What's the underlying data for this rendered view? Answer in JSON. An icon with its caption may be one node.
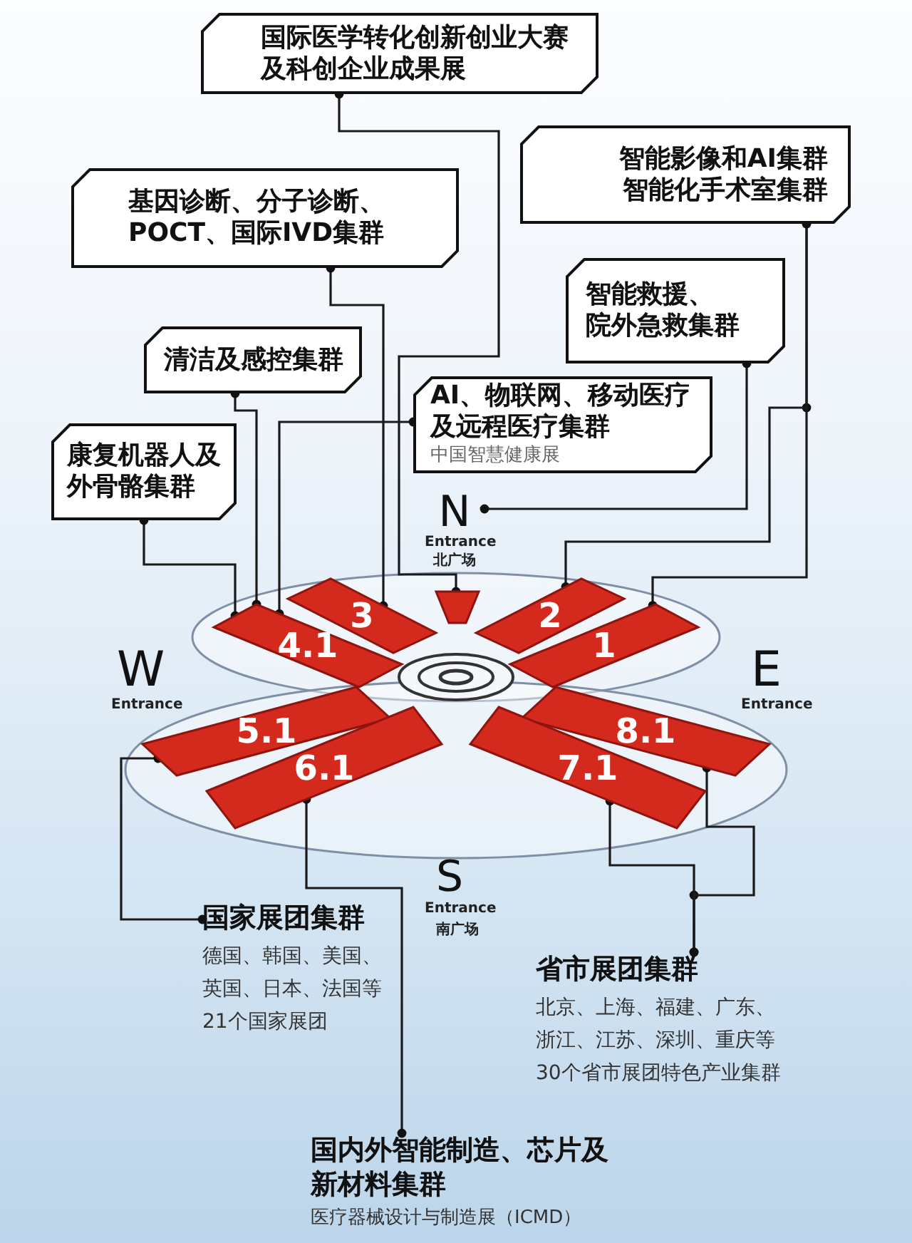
{
  "diagram": {
    "nodes": [
      {
        "text": [
          "国际医学转化创新创业大赛及科创企业成果展"
        ]
      },
      {
        "text": [
          "智能影像和AI集群",
          "智能化手术室集群"
        ]
      },
      {
        "text": [
          "基因诊断、分子诊断、POCT、国际IVD集群"
        ]
      },
      {
        "text": [
          "智能救援、院外急救集群"
        ]
      },
      {
        "text": [
          "清洁及感控集群"
        ]
      },
      {
        "text": [
          "AI、物联网、移动医疗及远程医疗集群",
          "中国智慧健康展"
        ]
      },
      {
        "text": [
          "康复机器人及外骨骼集群"
        ]
      },
      {
        "text": [
          "N",
          "Entrance",
          "北广场"
        ]
      },
      {
        "text": [],
        "shape": "box"
      },
      {
        "text": [
          "3"
        ]
      },
      {
        "text": [
          "2"
        ]
      },
      {
        "text": [
          "4.1"
        ]
      },
      {
        "text": [
          "1"
        ]
      },
      {
        "text": [
          "5.1"
        ]
      },
      {
        "text": [
          "8.1"
        ]
      },
      {
        "text": [
          "6.1"
        ]
      },
      {
        "text": [
          "7.1"
        ]
      },
      {
        "text": [
          "国家展团集群",
          "德国、韩国、美国、英国、日本、法国等21个国家展团"
        ]
      },
      {
        "text": [
          "省市展团集群",
          "北京、上海、福建、广东、浙江、江苏、深圳、重庆等30个省市展团特色产业集群"
        ]
      },
      {
        "text": [
          "国内外智能制造、芯片及新材料集群",
          "医疗器械设计与制造展（ICMD）"
        ]
      }
    ],
    "edges": [
      {
        "from": 0,
        "to": 8,
        "arrow": "other"
      },
      {
        "from": 1,
        "to": 12,
        "arrow": "other"
      },
      {
        "from": 1,
        "to": 10,
        "arrow": "other"
      },
      {
        "from": 2,
        "to": 9,
        "arrow": "other"
      },
      {
        "from": 3,
        "to": 7,
        "arrow": "other"
      },
      {
        "from": 4,
        "to": 11,
        "arrow": "other"
      },
      {
        "from": 5,
        "to": 11,
        "arrow": "other"
      },
      {
        "from": 6,
        "to": 11,
        "arrow": "other"
      },
      {
        "from": 17,
        "to": 13,
        "arrow": "other"
      },
      {
        "from": 18,
        "to": 14,
        "arrow": "other"
      },
      {
        "from": 18,
        "to": 16,
        "arrow": "other"
      },
      {
        "from": 19,
        "to": 15,
        "arrow": "other"
      }
    ],
    "labels": [
      "W",
      "Entrance",
      "E",
      "Entrance",
      "S",
      "Entrance",
      "南广场"
    ]
  }
}
